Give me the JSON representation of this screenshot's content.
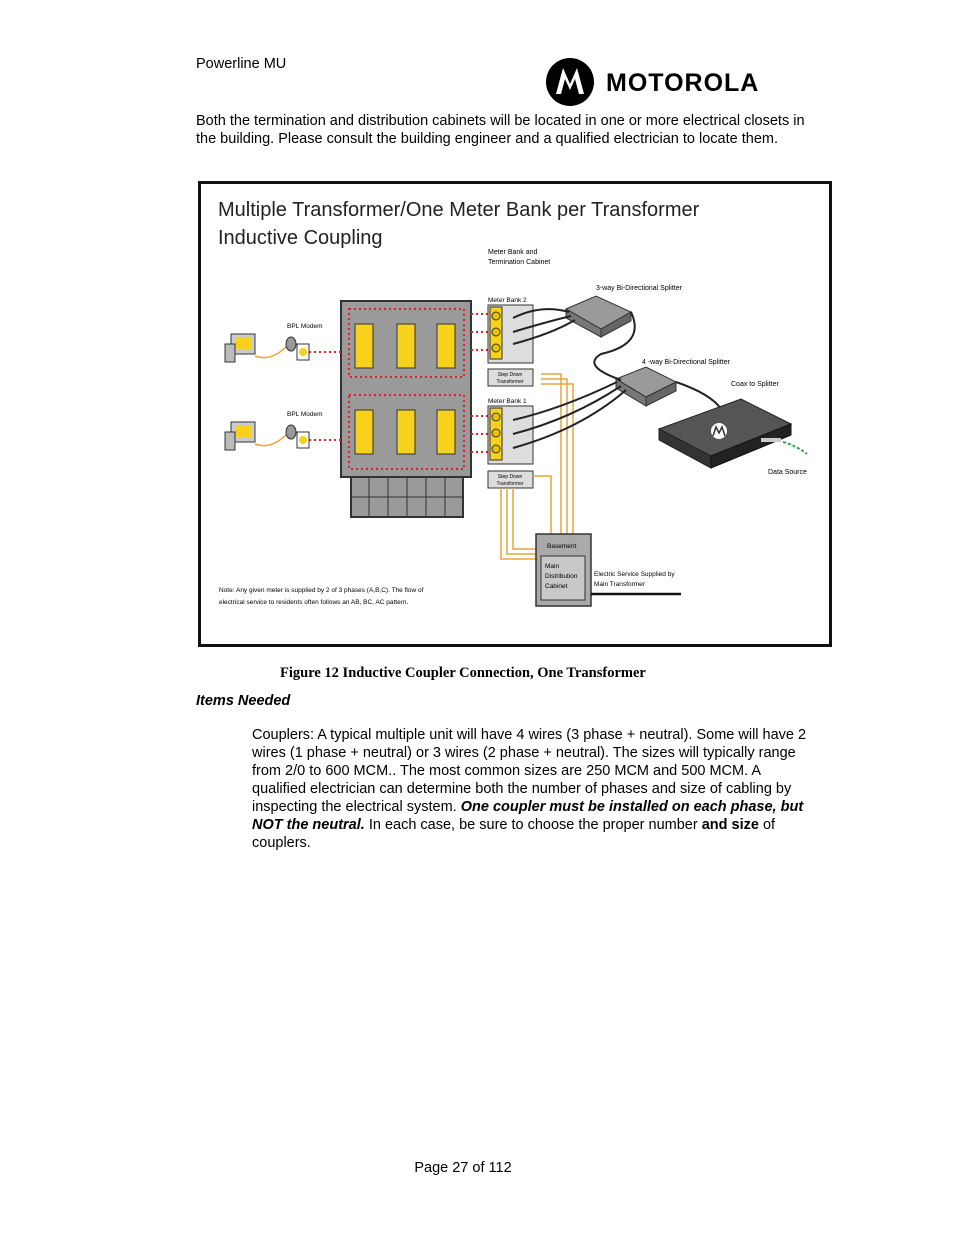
{
  "header": {
    "title": "Powerline MU",
    "brand": "MOTOROLA"
  },
  "intro": "Both the termination and distribution cabinets will be located in one or more electrical closets in the building.  Please consult the building engineer and a qualified electrician to locate them.",
  "figure": {
    "title_line1": "Multiple Transformer/One Meter Bank per Transformer",
    "title_line2": "Inductive Coupling",
    "labels": {
      "meter_bank_cabinet_1": "Meter Bank and",
      "meter_bank_cabinet_2": "Termination Cabinet",
      "splitter3": "3-way Bi-Directional Splitter",
      "splitter4": "4 -way Bi-Directional Splitter",
      "coax": "Coax to Splitter",
      "data_source": "Data Source",
      "bpl_modem_top": "BPL Modem",
      "bpl_modem_bottom": "BPL Modem",
      "meter_bank_2": "Meter Bank 2",
      "meter_bank_1": "Meter Bank 1",
      "step_down_1": "Step Down",
      "step_down_2": "Transformer",
      "basement": "Basement",
      "mdc_1": "Main",
      "mdc_2": "Distribution",
      "mdc_3": "Cabinet",
      "service_1": "Electric Service Supplied by",
      "service_2": "Main Transformer",
      "note_1": "Note: Any given meter is supplied by 2 of 3 phases (A,B,C).  The flow of",
      "note_2": "electrical service to residents often follows an AB, BC, AC pattern."
    }
  },
  "caption": "Figure 12 Inductive Coupler Connection, One Transformer",
  "items_heading": "Items Needed",
  "body": {
    "p1": "Couplers: A typical multiple unit will have 4 wires (3 phase + neutral).  Some will have 2 wires (1 phase + neutral) or 3 wires (2 phase + neutral).  The sizes will typically range from 2/0 to 600 MCM..  The most common sizes are 250 MCM and 500 MCM.  A qualified electrician can determine both the number of phases and size of cabling by inspecting the electrical system. ",
    "bold_italic": "One coupler must be installed on each phase, but NOT the neutral.",
    "p2": "  In each case, be sure to choose the proper number ",
    "bold": "and size",
    "p3": " of couplers."
  },
  "footer": "Page 27 of 112",
  "colors": {
    "yellow": "#f7d21c",
    "orange": "#e8a33c",
    "dotted_red": "#e0202a",
    "panel_gray": "#9a9a9a",
    "green_dash": "#2aa84a"
  }
}
